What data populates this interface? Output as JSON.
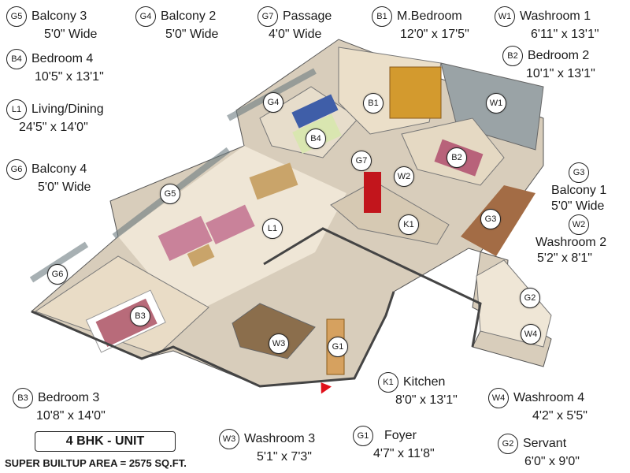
{
  "legend": [
    {
      "code": "G5",
      "name": "Balcony 3",
      "size": "5'0\" Wide"
    },
    {
      "code": "G4",
      "name": "Balcony 2",
      "size": "5'0\" Wide"
    },
    {
      "code": "G7",
      "name": "Passage",
      "size": "4'0\" Wide"
    },
    {
      "code": "B1",
      "name": "M.Bedroom",
      "size": "12'0\" x 17'5\""
    },
    {
      "code": "W1",
      "name": "Washroom 1",
      "size": "6'11\" x 13'1\""
    },
    {
      "code": "B4",
      "name": "Bedroom 4",
      "size": "10'5\" x 13'1\""
    },
    {
      "code": "B2",
      "name": "Bedroom 2",
      "size": "10'1\" x 13'1\""
    },
    {
      "code": "L1",
      "name": "Living/Dining",
      "size": "24'5\" x 14'0\""
    },
    {
      "code": "G6",
      "name": "Balcony 4",
      "size": "5'0\" Wide"
    },
    {
      "code": "G3",
      "name": "Balcony 1",
      "size": "5'0\" Wide"
    },
    {
      "code": "W2",
      "name": "Washroom 2",
      "size": "5'2\" x 8'1\""
    },
    {
      "code": "B3",
      "name": "Bedroom 3",
      "size": "10'8\" x 14'0\""
    },
    {
      "code": "K1",
      "name": "Kitchen",
      "size": "8'0\" x 13'1\""
    },
    {
      "code": "W4",
      "name": "Washroom 4",
      "size": "4'2\" x 5'5\""
    },
    {
      "code": "W3",
      "name": "Washroom 3",
      "size": "5'1\" x 7'3\""
    },
    {
      "code": "G1",
      "name": "Foyer",
      "size": "4'7\" x 11'8\""
    },
    {
      "code": "G2",
      "name": "Servant",
      "size": "6'0\" x 9'0\""
    }
  ],
  "markers": [
    "G4",
    "B1",
    "W1",
    "B4",
    "G7",
    "B2",
    "W2",
    "G5",
    "L1",
    "K1",
    "G3",
    "G6",
    "G2",
    "B3",
    "W4",
    "W3",
    "G1"
  ],
  "unit_label": "4 BHK - UNIT",
  "area_label": "SUPER BUILTUP AREA = 2575 SQ.FT."
}
